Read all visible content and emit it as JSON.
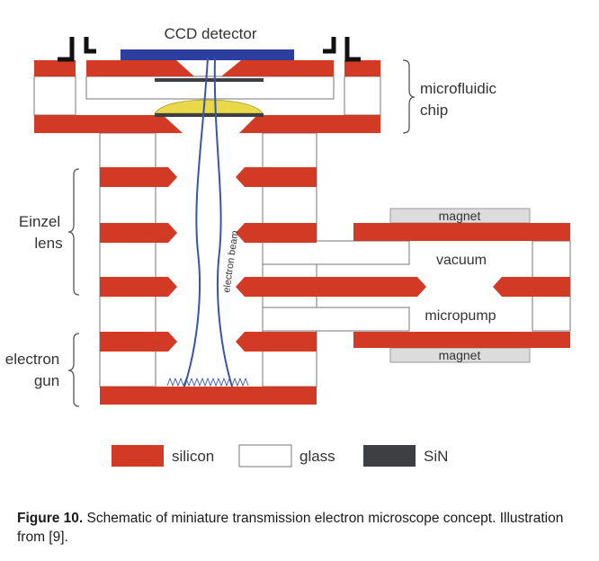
{
  "diagram": {
    "labels": {
      "ccd": "CCD detector",
      "chip_line1": "microfluidic",
      "chip_line2": "chip",
      "einzel_line1": "Einzel",
      "einzel_line2": "lens",
      "gun_line1": "electron",
      "gun_line2": "gun",
      "beam": "electron beam",
      "magnet_top": "magnet",
      "magnet_bottom": "magnet",
      "vacuum": "vacuum",
      "micropump": "micropump"
    },
    "legend": [
      {
        "label": "silicon",
        "color": "#d23a25"
      },
      {
        "label": "glass",
        "color": "#ffffff"
      },
      {
        "label": "SiN",
        "color": "#3d3f43"
      }
    ],
    "colors": {
      "silicon": "#d23a25",
      "glass": "#ffffff",
      "sin": "#3d3f43",
      "detector": "#2d3f9e",
      "sample": "#e8d84a",
      "magnet": "#dcdcdc",
      "beam": "#3a55a8"
    }
  },
  "caption": {
    "prefix": "Figure 10.",
    "text": " Schematic of miniature transmission electron microscope concept. Illustration from [9]."
  }
}
